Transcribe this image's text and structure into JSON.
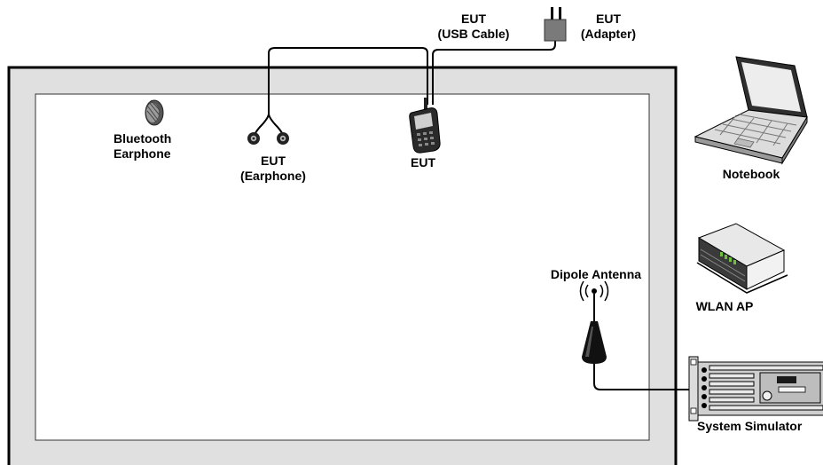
{
  "labels": {
    "bluetooth_earphone": [
      "Bluetooth",
      "Earphone"
    ],
    "eut_earphone": [
      "EUT",
      "(Earphone)"
    ],
    "eut_phone": "EUT",
    "eut_usb_cable": [
      "EUT",
      "(USB Cable)"
    ],
    "eut_adapter": [
      "EUT",
      "(Adapter)"
    ],
    "notebook": "Notebook",
    "wlan_ap": "WLAN AP",
    "dipole_antenna": "Dipole Antenna",
    "system_simulator": "System Simulator"
  },
  "icons": [
    "bluetooth-earphone-icon",
    "earphone-icon",
    "mobile-phone-icon",
    "adapter-icon",
    "notebook-icon",
    "wlan-ap-icon",
    "dipole-antenna-icon",
    "system-simulator-icon"
  ],
  "colors": {
    "chamber_outer": "#e0e0e0",
    "chamber_border": "#000000",
    "chamber_inner": "#ffffff",
    "adapter": "#7a7a7a",
    "wlan_accent": "#6fbf3f"
  }
}
